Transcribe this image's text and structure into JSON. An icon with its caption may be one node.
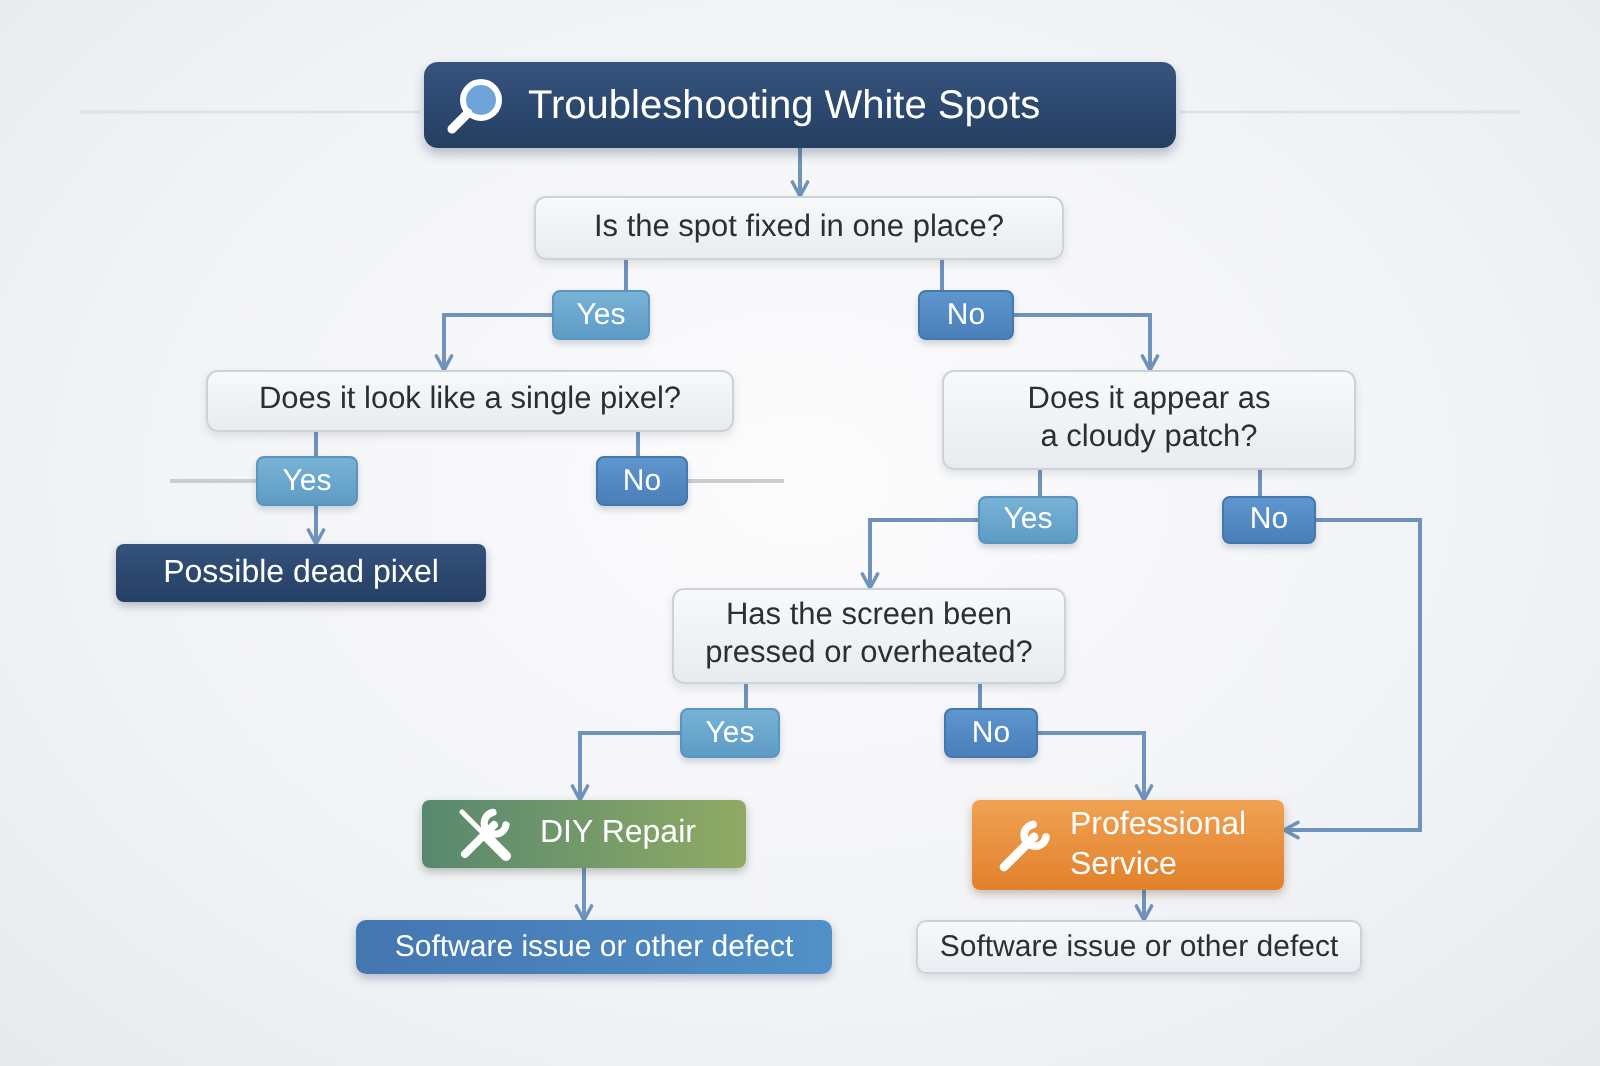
{
  "diagram": {
    "nodes": [
      {
        "text": [
          "Troubleshooting White Spots"
        ]
      },
      {
        "text": [
          "Is the spot fixed in one place?"
        ]
      },
      {
        "text": [
          "Yes"
        ]
      },
      {
        "text": [
          "No"
        ]
      },
      {
        "text": [
          "Does it look like a single pixel?"
        ]
      },
      {
        "text": [
          "Yes"
        ]
      },
      {
        "text": [
          "No"
        ]
      },
      {
        "text": [
          "Possible dead pixel"
        ]
      },
      {
        "text": [
          "Does it appear as a cloudy patch?"
        ]
      },
      {
        "text": [
          "Yes"
        ]
      },
      {
        "text": [
          "No"
        ]
      },
      {
        "text": [
          "Has the screen been pressed or overheated?"
        ]
      },
      {
        "text": [
          "Yes"
        ]
      },
      {
        "text": [
          "No"
        ]
      },
      {
        "text": [
          "DIY Repair"
        ]
      },
      {
        "text": [
          "Professional Service"
        ]
      },
      {
        "text": [
          "Software issue or other defect"
        ]
      },
      {
        "text": [
          "Software issue or other defect"
        ]
      }
    ],
    "edges": [
      {
        "from": 0,
        "to": 1,
        "arrow": "to"
      },
      {
        "from": 1,
        "to": 2,
        "arrow": "none"
      },
      {
        "from": 1,
        "to": 3,
        "arrow": "none"
      },
      {
        "from": 2,
        "to": 4,
        "arrow": "to"
      },
      {
        "from": 3,
        "to": 8,
        "arrow": "to"
      },
      {
        "from": 4,
        "to": 5,
        "arrow": "none"
      },
      {
        "from": 4,
        "to": 6,
        "arrow": "none"
      },
      {
        "from": 5,
        "to": null,
        "arrow": "none",
        "color": "#c9cdd4"
      },
      {
        "from": 6,
        "to": null,
        "arrow": "none",
        "color": "#c9cdd4"
      },
      {
        "from": 5,
        "to": 7,
        "arrow": "to"
      },
      {
        "from": 8,
        "to": 9,
        "arrow": "none"
      },
      {
        "from": 8,
        "to": 10,
        "arrow": "none"
      },
      {
        "from": 9,
        "to": 11,
        "arrow": "to"
      },
      {
        "from": 10,
        "to": 15,
        "arrow": "to"
      },
      {
        "from": 11,
        "to": 12,
        "arrow": "none"
      },
      {
        "from": 11,
        "to": 13,
        "arrow": "none"
      },
      {
        "from": 12,
        "to": 14,
        "arrow": "to"
      },
      {
        "from": 13,
        "to": 15,
        "arrow": "to"
      },
      {
        "from": 14,
        "to": 16,
        "arrow": "to"
      },
      {
        "from": 15,
        "to": 17,
        "arrow": "to"
      }
    ]
  }
}
